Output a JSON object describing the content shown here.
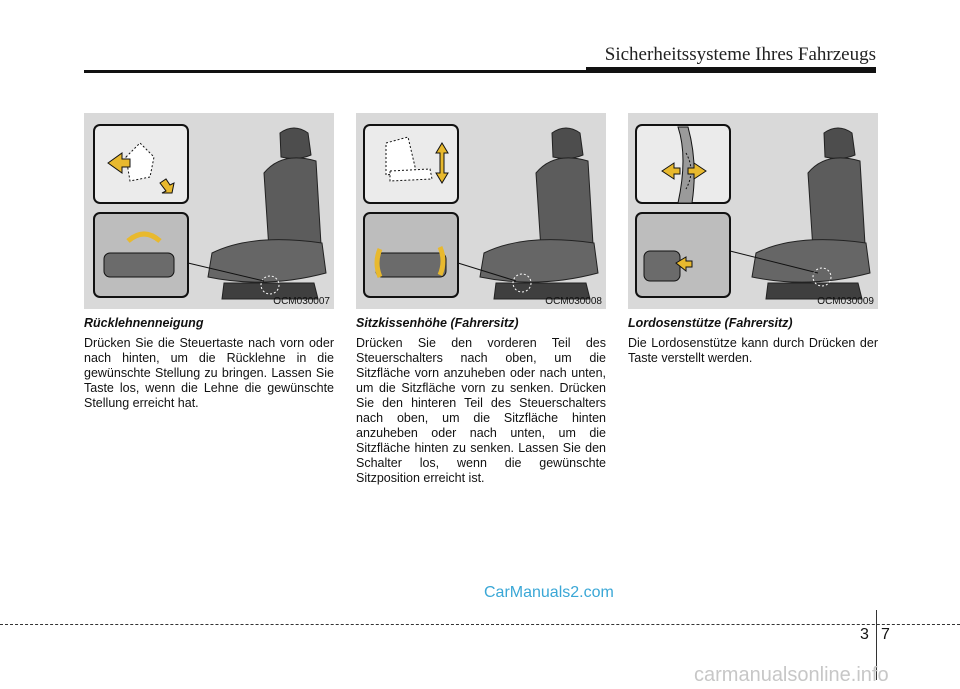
{
  "header": {
    "title": "Sicherheitssysteme Ihres Fahrzeugs"
  },
  "figures": [
    {
      "code": "OCM030007"
    },
    {
      "code": "OCM030008"
    },
    {
      "code": "OCM030009"
    }
  ],
  "sections": [
    {
      "title": "Rücklehnenneigung",
      "body": "Drücken Sie die Steuertaste nach vorn oder nach hinten, um die Rücklehne in die gewünschte Stellung zu bringen. Lassen Sie Taste los, wenn die Lehne die gewünschte Stellung erreicht hat."
    },
    {
      "title": "Sitzkissenhöhe (Fahrersitz)",
      "body": "Drücken Sie den vorderen Teil des Steuerschalters nach oben, um die Sitzfläche vorn anzuheben oder nach unten, um die Sitzfläche vorn zu senken. Drücken Sie den hinteren Teil des Steuerschalters nach oben, um die Sitzfläche hinten anzuheben oder nach unten, um die Sitzfläche hinten zu senken. Lassen Sie den Schalter los, wenn die gewünschte Sitzposition erreicht ist."
    },
    {
      "title": "Lordosenstütze (Fahrersitz)",
      "body": "Die Lordosenstütze kann durch Drücken der Taste verstellt werden."
    }
  ],
  "page": {
    "chapter": "3",
    "number": "7"
  },
  "watermarks": {
    "top": "CarManuals2.com",
    "bottom": "carmanualsonline.info"
  }
}
